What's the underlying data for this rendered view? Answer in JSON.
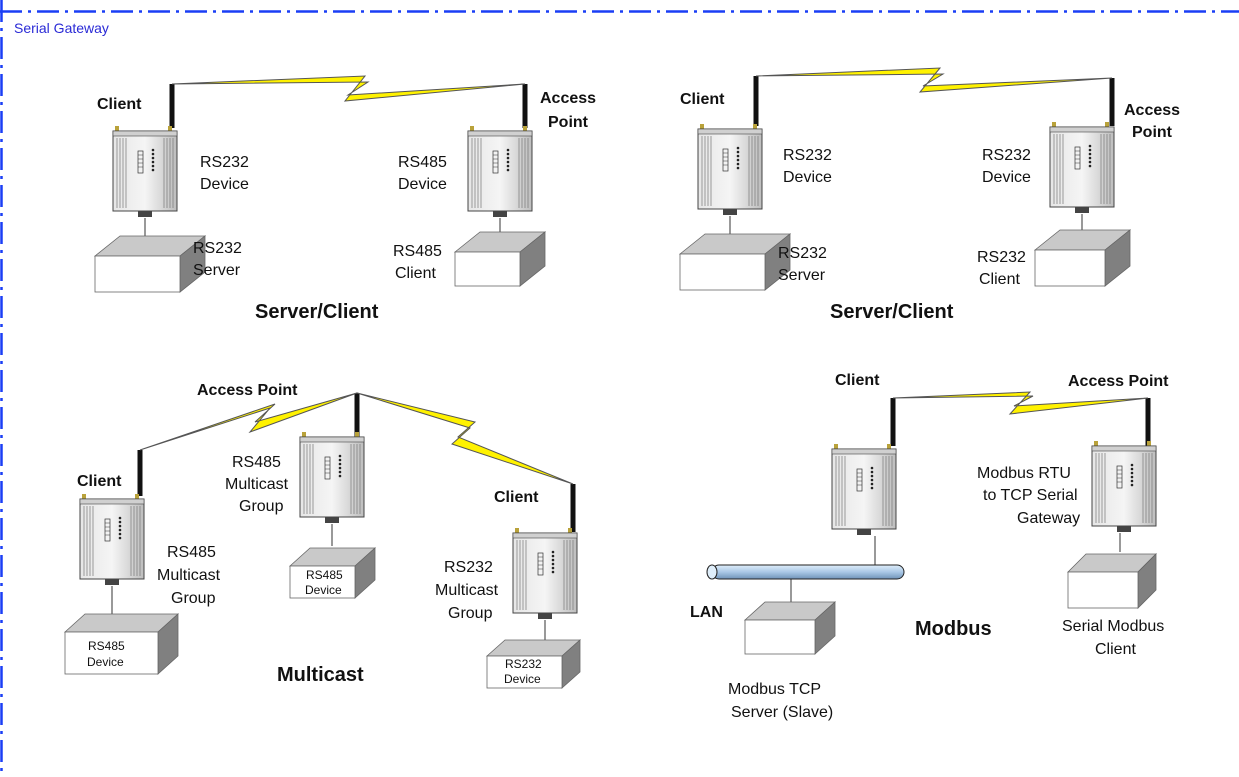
{
  "section_title": "Serial Gateway",
  "colors": {
    "frame": "#1a3ef5",
    "title": "#2a2ad6",
    "lightning": "#fff200",
    "lan_pipe": "#aac8e6"
  },
  "panels": {
    "top_left": {
      "client_label": "Client",
      "ap_label_1": "Access",
      "ap_label_2": "Point",
      "dev1_line1": "RS232",
      "dev1_line2": "Device",
      "dev2_line1": "RS485",
      "dev2_line2": "Device",
      "box1_line1": "RS232",
      "box1_line2": "Server",
      "box2_line1": "RS485",
      "box2_line2": "Client",
      "caption": "Server/Client"
    },
    "top_right": {
      "client_label": "Client",
      "ap_label_1": "Access",
      "ap_label_2": "Point",
      "dev1_line1": "RS232",
      "dev1_line2": "Device",
      "dev2_line1": "RS232",
      "dev2_line2": "Device",
      "box1_line1": "RS232",
      "box1_line2": "Server",
      "box2_line1": "RS232",
      "box2_line2": "Client",
      "caption": "Server/Client"
    },
    "bottom_left": {
      "ap_label": "Access Point",
      "client1_label": "Client",
      "client2_label": "Client",
      "grp_top_1": "RS485",
      "grp_top_2": "Multicast",
      "grp_top_3": "Group",
      "grp_left_1": "RS485",
      "grp_left_2": "Multicast",
      "grp_left_3": "Group",
      "grp_right_1": "RS232",
      "grp_right_2": "Multicast",
      "grp_right_3": "Group",
      "box_mid_1": "RS485",
      "box_mid_2": "Device",
      "box_left_1": "RS485",
      "box_left_2": "Device",
      "box_right_1": "RS232",
      "box_right_2": "Device",
      "caption": "Multicast"
    },
    "bottom_right": {
      "client_label": "Client",
      "ap_label": "Access Point",
      "gw_line1": "Modbus RTU",
      "gw_line2": "to TCP Serial",
      "gw_line3": "Gateway",
      "lan_label": "LAN",
      "server_line1": "Modbus TCP",
      "server_line2": "Server (Slave)",
      "serial_line1": "Serial Modbus",
      "serial_line2": "Client",
      "caption": "Modbus"
    }
  }
}
